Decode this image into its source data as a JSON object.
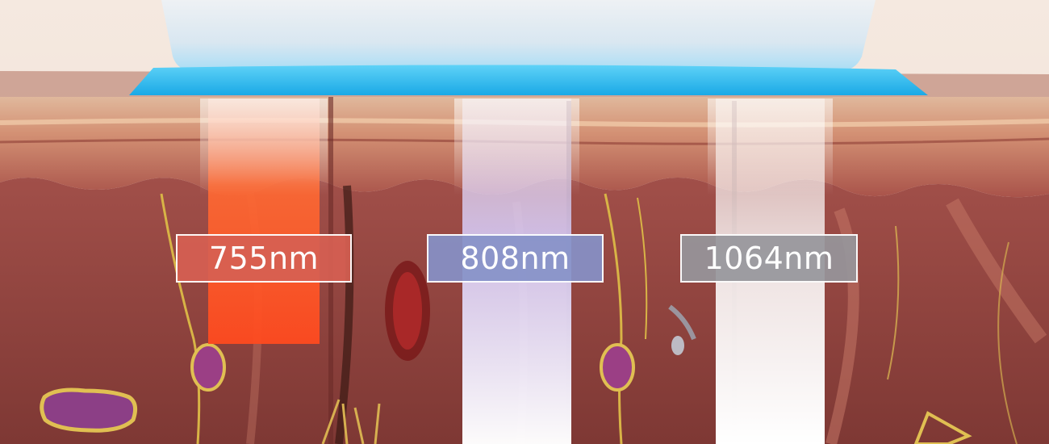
{
  "labels": {
    "wl_755": "755nm",
    "wl_808": "808nm",
    "wl_1064": "1064nm"
  },
  "colors": {
    "beam_755": "#ff5a2a",
    "beam_808": "#e9e4ff",
    "beam_1064": "#ffffff",
    "cooling_gel": "#36c3f2",
    "dermis": "#9a4a44",
    "epidermis": "#c9836a"
  }
}
